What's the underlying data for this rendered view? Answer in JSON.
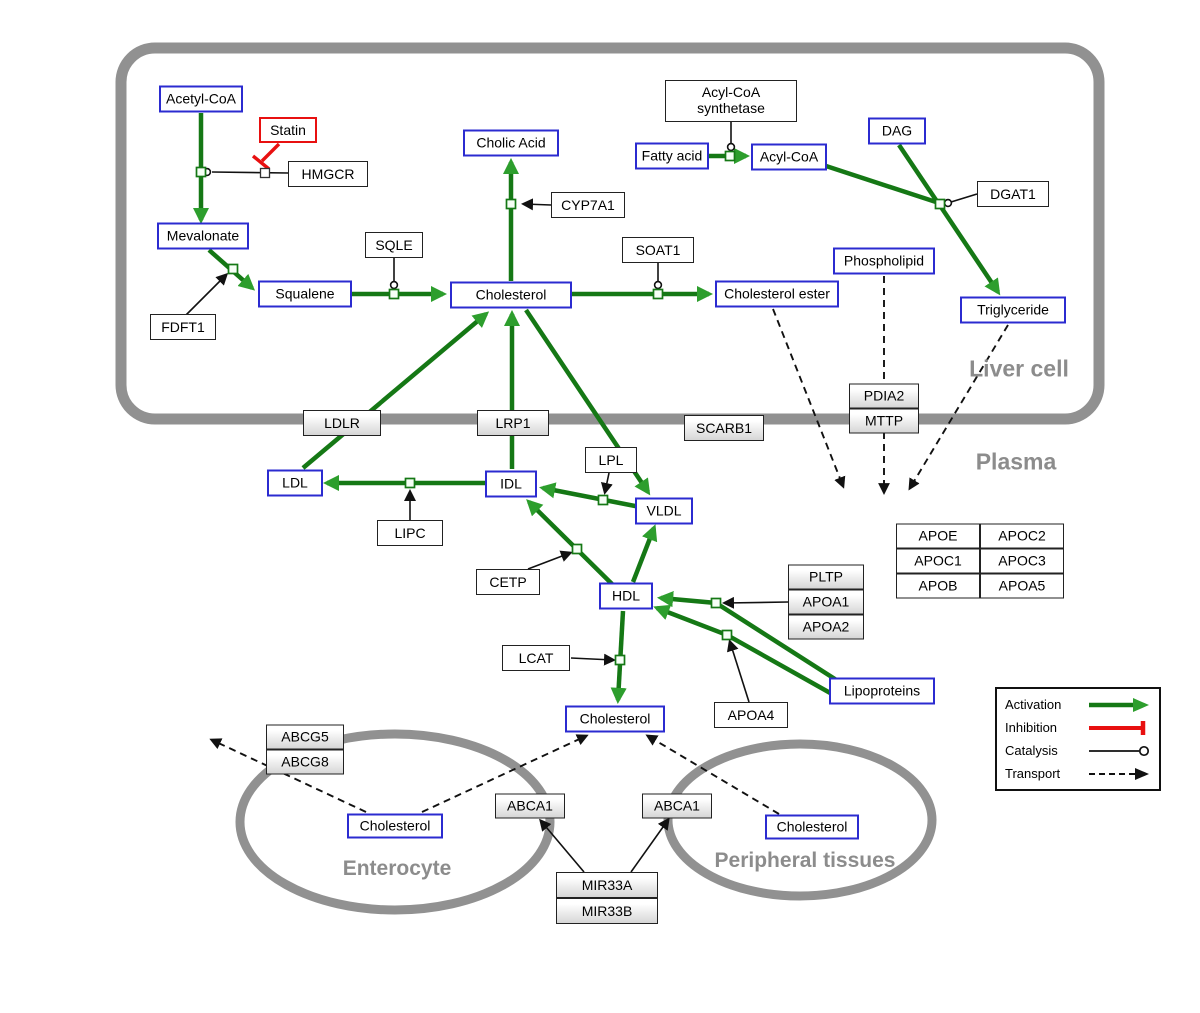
{
  "diagram": {
    "regions": {
      "liver_cell": "Liver cell",
      "plasma": "Plasma",
      "enterocyte": "Enterocyte",
      "peripheral_tissues": "Peripheral tissues"
    },
    "nodes": {
      "acetyl_coa": "Acetyl-CoA",
      "statin": "Statin",
      "hmgcr": "HMGCR",
      "mevalonate": "Mevalonate",
      "fdft1": "FDFT1",
      "squalene": "Squalene",
      "sqle": "SQLE",
      "cholic_acid": "Cholic Acid",
      "cyp7a1": "CYP7A1",
      "cholesterol": "Cholesterol",
      "soat1": "SOAT1",
      "cholesterol_ester": "Cholesterol ester",
      "acyl_coa_synthetase": "Acyl-CoA synthetase",
      "fatty_acid": "Fatty acid",
      "acyl_coa": "Acyl-CoA",
      "dag": "DAG",
      "dgat1": "DGAT1",
      "phospholipid": "Phospholipid",
      "triglyceride": "Triglyceride",
      "ldlr": "LDLR",
      "lrp1": "LRP1",
      "scarb1": "SCARB1",
      "pdia2": "PDIA2",
      "mttp": "MTTP",
      "ldl": "LDL",
      "idl": "IDL",
      "lipc": "LIPC",
      "lpl": "LPL",
      "vldl": "VLDL",
      "cetp": "CETP",
      "hdl": "HDL",
      "apoe": "APOE",
      "apoc2": "APOC2",
      "apoc1": "APOC1",
      "apoc3": "APOC3",
      "apob": "APOB",
      "apoa5": "APOA5",
      "pltp": "PLTP",
      "apoa1": "APOA1",
      "apoa2": "APOA2",
      "lcat": "LCAT",
      "apoa4": "APOA4",
      "lipoproteins": "Lipoproteins",
      "abcg5": "ABCG5",
      "abcg8": "ABCG8",
      "abca1": "ABCA1",
      "mir33a": "MIR33A",
      "mir33b": "MIR33B"
    },
    "legend": {
      "activation": "Activation",
      "inhibition": "Inhibition",
      "catalysis": "Catalysis",
      "transport": "Transport"
    },
    "colors": {
      "activation_green": "#157815",
      "inhibition_red": "#e81010",
      "metabolite_blue": "#2b2bd0",
      "membrane_gray": "#919191"
    }
  }
}
